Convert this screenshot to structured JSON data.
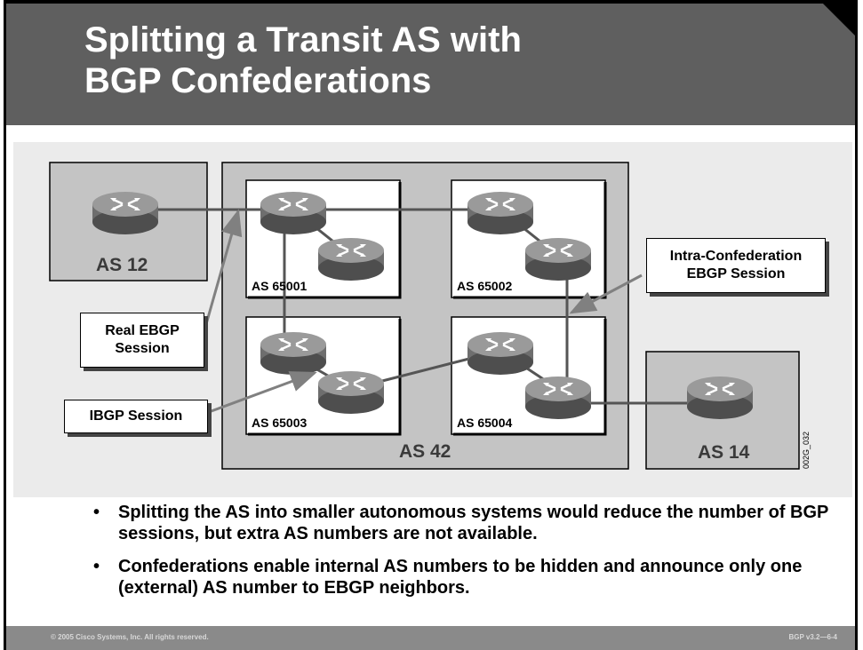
{
  "title": "Splitting a Transit AS with\nBGP Confederations",
  "diagram": {
    "as_outer": "AS 42",
    "as_left": "AS 12",
    "as_right": "AS 14",
    "sub_as": [
      "AS 65001",
      "AS 65002",
      "AS 65003",
      "AS 65004"
    ],
    "callouts": {
      "real_ebgp": "Real EBGP\nSession",
      "ibgp": "IBGP Session",
      "intra_conf": "Intra-Confederation\nEBGP Session"
    },
    "figure_code": "002G_032"
  },
  "bullets": [
    "Splitting the AS into smaller autonomous systems would reduce the number of BGP sessions, but extra AS numbers are not available.",
    "Confederations enable internal AS numbers to be hidden and announce only one (external) AS number to EBGP neighbors."
  ],
  "footer": {
    "left": "© 2005 Cisco Systems, Inc. All rights reserved.",
    "right": "BGP v3.2—6-4"
  },
  "colors": {
    "title_bar": "#5f5f5f",
    "diagram_bg": "#ebebeb",
    "as_box": "#c4c4c4",
    "router": "#707070",
    "footer": "#8a8a8a"
  }
}
